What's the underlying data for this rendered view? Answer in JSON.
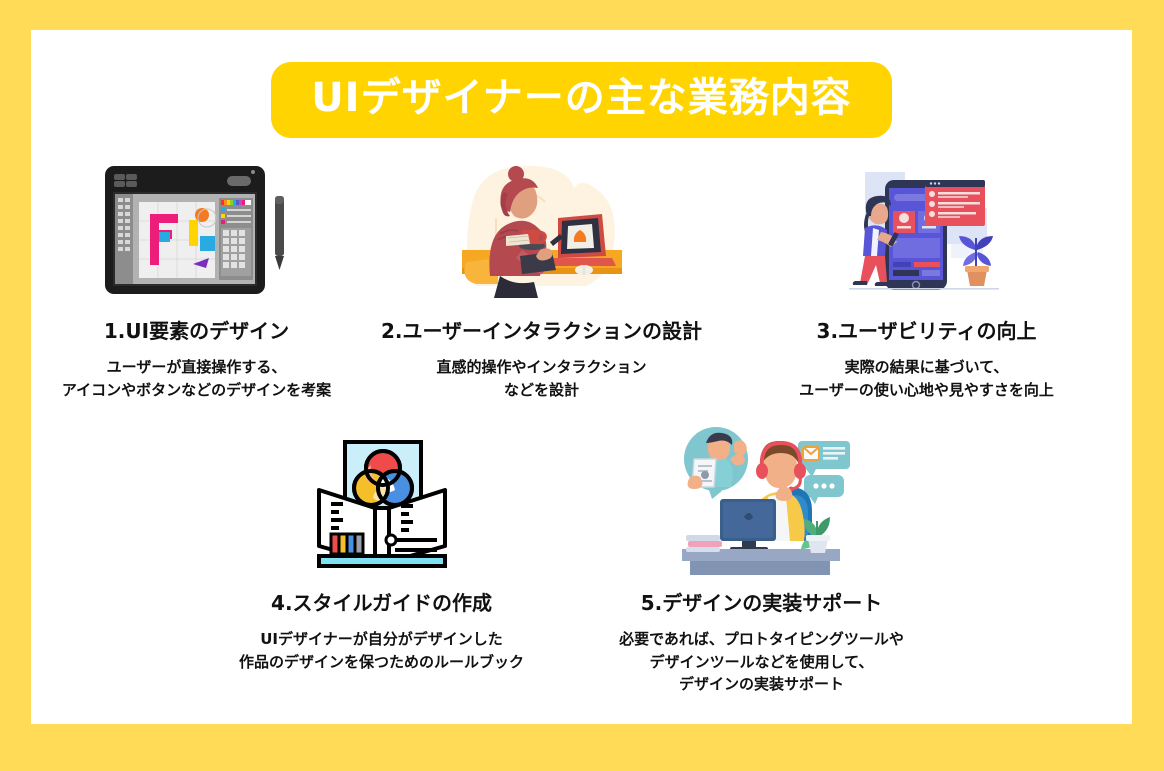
{
  "poster": {
    "border_color": "#ffdb58",
    "background_color": "#ffffff",
    "title": "UIデザイナーの主な業務内容",
    "title_badge_color": "#ffd400",
    "title_text_color": "#ffffff"
  },
  "items": [
    {
      "number": "1",
      "heading": "1.UI要素のデザイン",
      "description_lines": [
        "ユーザーが直接操作する、",
        "アイコンやボタンなどのデザインを考案"
      ],
      "illustration": "graphics-tablet-design-app-illustration"
    },
    {
      "number": "2",
      "heading": "2.ユーザーインタラクションの設計",
      "description_lines": [
        "直感的操作やインタラクション",
        "などを設計"
      ],
      "illustration": "designer-at-desk-with-laptop-illustration"
    },
    {
      "number": "3",
      "heading": "3.ユーザビリティの向上",
      "description_lines": [
        "実際の結果に基づいて、",
        "ユーザーの使い心地や見やすさを向上"
      ],
      "illustration": "mobile-ui-testing-illustration"
    },
    {
      "number": "4",
      "heading": "4.スタイルガイドの作成",
      "description_lines": [
        "UIデザイナーが自分がデザインした",
        "作品のデザインを保つためのルールブック"
      ],
      "illustration": "open-book-color-guide-illustration"
    },
    {
      "number": "5",
      "heading": "5.デザインの実装サポート",
      "description_lines": [
        "必要であれば、プロトタイピングツールや",
        "デザインツールなどを使用して、",
        "デザインの実装サポート"
      ],
      "illustration": "support-agent-with-headset-illustration"
    }
  ],
  "palette": {
    "magenta": "#ec1e79",
    "cyan": "#29abe2",
    "yellow": "#ffd400",
    "orange": "#f47b20",
    "purple": "#7b2fbe",
    "tablet_dark": "#1c1c1c",
    "indigo": "#5855d6",
    "red_card": "#e8505b",
    "teal": "#74b9bd",
    "jacket_yellow": "#f9c74f"
  }
}
